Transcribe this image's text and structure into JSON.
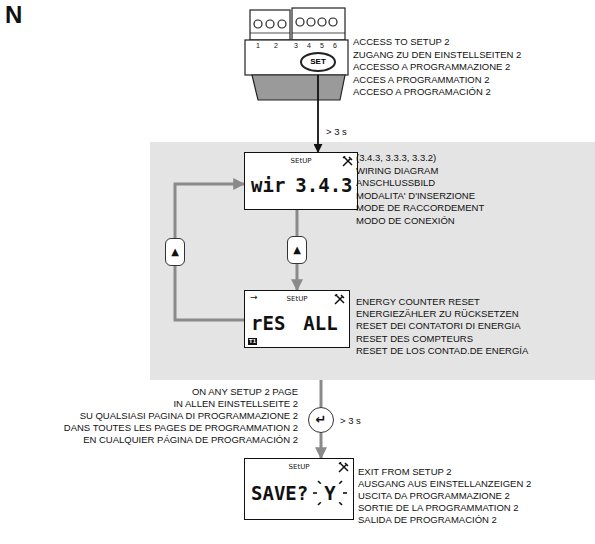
{
  "diagram": {
    "nodes": [
      {
        "text": [
          "SET"
        ]
      },
      {
        "text": [
          "SEtUP",
          "wir",
          "3.4.3"
        ]
      },
      {
        "text": [
          "▲"
        ]
      },
      {
        "text": [
          "▲"
        ]
      },
      {
        "text": [
          "→",
          "SEtUP",
          "rES",
          "ALL",
          "T1"
        ]
      },
      {
        "text": [
          "↵"
        ]
      },
      {
        "text": [
          "SEtUP",
          "SAVE?",
          "Y"
        ]
      }
    ],
    "edges": [
      {
        "from": 0,
        "to": 1,
        "arrow": "to",
        "label": "> 3 s"
      },
      {
        "from": 1,
        "to": 3,
        "arrow": "none"
      },
      {
        "from": 3,
        "to": 4,
        "arrow": "to"
      },
      {
        "from": 4,
        "to": 2,
        "arrow": "none"
      },
      {
        "from": 2,
        "to": 1,
        "arrow": "to"
      },
      {
        "from": 5,
        "to": 6,
        "arrow": "to"
      }
    ],
    "labels": [
      "N",
      "1",
      "2",
      "3",
      "4",
      "5",
      "6",
      "ACCESS TO SETUP 2",
      "ZUGANG ZU DEN EINSTELLSEITEN 2",
      "ACCESSO A PROGRAMMAZIONE 2",
      "ACCES A PROGRAMMATION 2",
      "ACCESO A PROGRAMACIÓN 2",
      "(3.4.3, 3.3.3, 3.3.2)",
      "WIRING DIAGRAM",
      "ANSCHLUSSBILD",
      "MODALITA' D'INSERZIONE",
      "MODE DE RACCORDEMENT",
      "MODO DE CONEXIÓN",
      "ENERGY COUNTER RESET",
      "ENERGIEZÄHLER ZU RÜCKSETZEN",
      "RESET DEI CONTATORI DI ENERGIA",
      "RESET DES COMPTEURS",
      "RESET DE LOS CONTAD.DE ENERGÍA",
      "ON ANY SETUP 2 PAGE",
      "IN ALLEN EINSTELLSEITE 2",
      "SU QUALSIASI PAGINA DI PROGRAMMAZIONE 2",
      "DANS TOUTES LES PAGES DE PROGRAMMATION 2",
      "EN CUALQUIER PÁGINA DE PROGRAMACIÓN 2",
      "> 3 s",
      "EXIT FROM SETUP 2",
      "AUSGANG AUS EINSTELLANZEIGEN 2",
      "USCITA DA PROGRAMMAZIONE 2",
      "SORTIE DE LA PROGRAMMATION 2",
      "SALIDA DE PROGRAMACIÓN 2"
    ]
  }
}
